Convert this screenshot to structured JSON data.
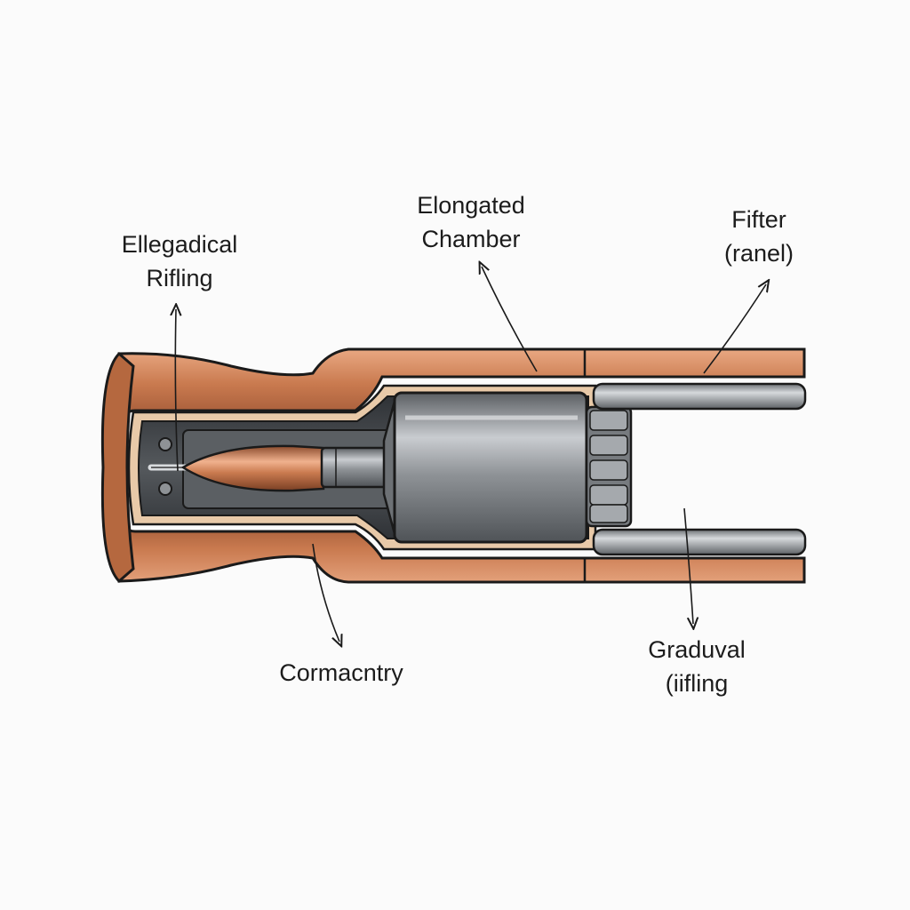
{
  "labels": {
    "elliptical_rifling": {
      "line1": "Ellegadical",
      "line2": "Rifling"
    },
    "elongated_chamber": {
      "line1": "Elongated",
      "line2": "Chamber"
    },
    "filter_barrel": {
      "line1": "Fifter",
      "line2": "(ranel)"
    },
    "compactness": {
      "line1": "Cormacntry"
    },
    "gradual_rifling": {
      "line1": "Graduval",
      "line2": "(iifling"
    }
  },
  "colors": {
    "background": "#fbfbfb",
    "outline": "#1a1a1a",
    "copper": "#c97a4f",
    "copper_light": "#e9a882",
    "copper_dark": "#9a5333",
    "steel": "#8e9296",
    "steel_light": "#c9ccd0",
    "steel_dark": "#4f5357",
    "chamber_interior": "#3c3f43"
  }
}
